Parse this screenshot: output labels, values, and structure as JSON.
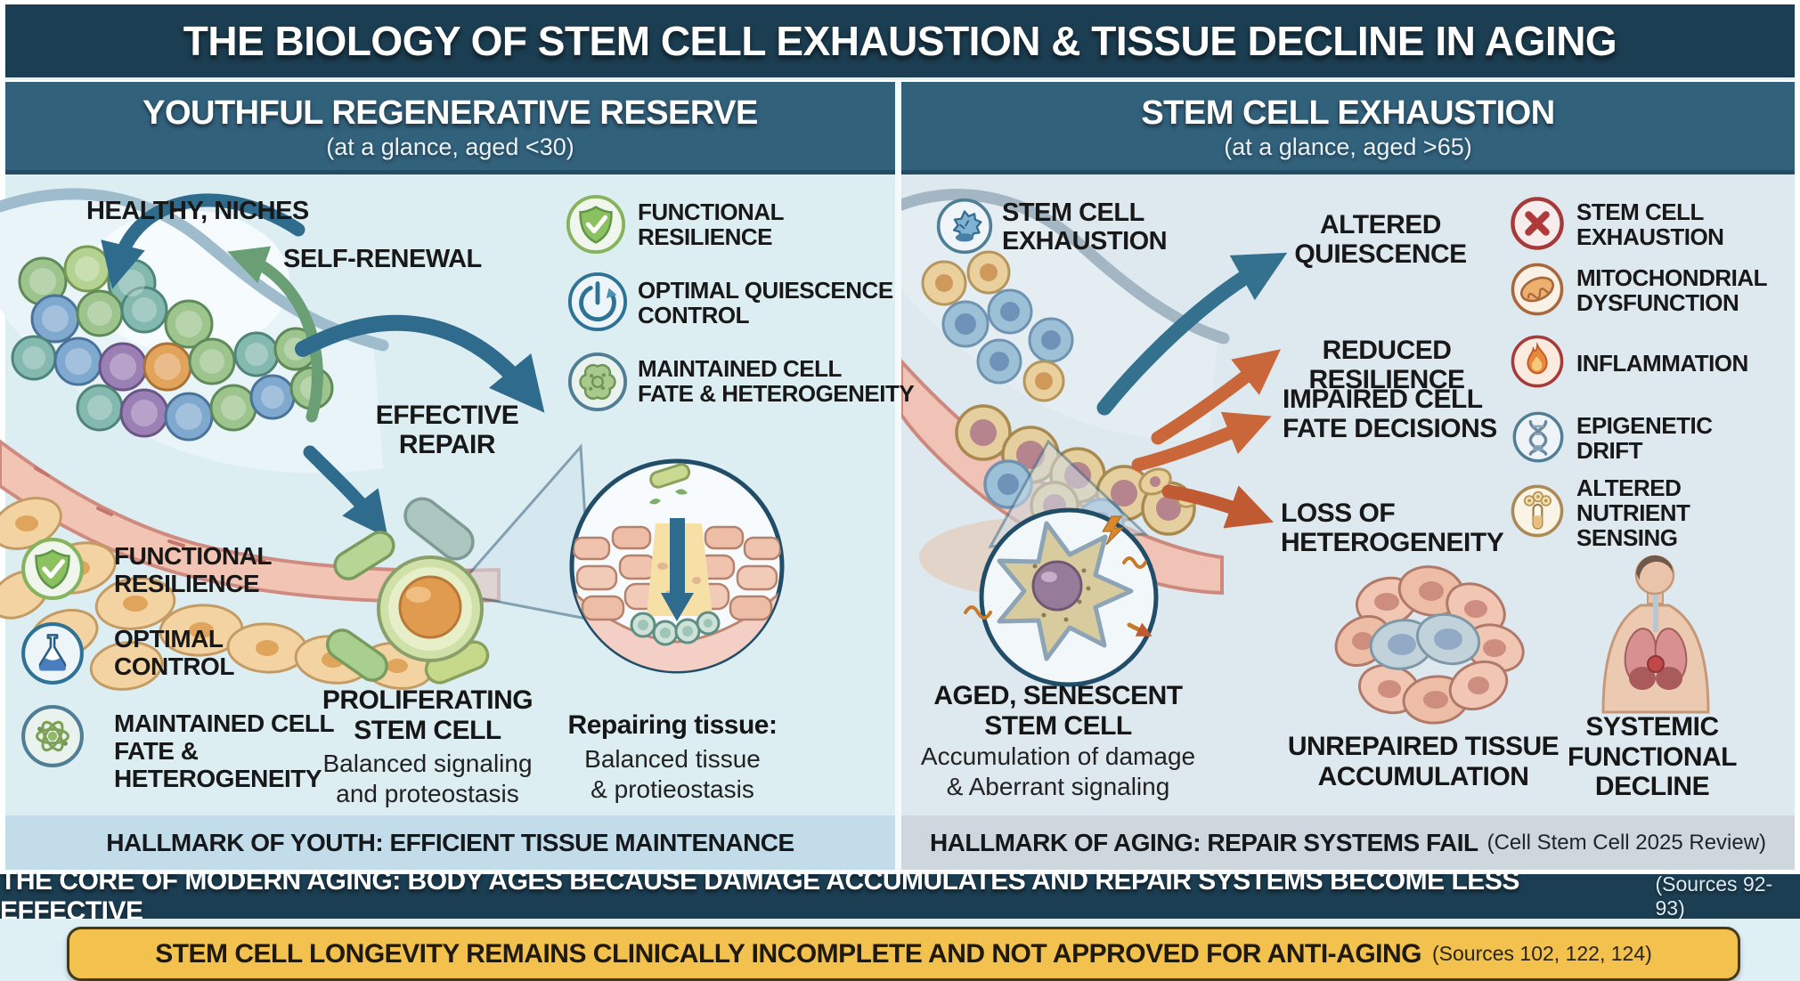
{
  "title": "THE BIOLOGY OF STEM CELL EXHAUSTION & TISSUE DECLINE IN AGING",
  "left": {
    "header": "YOUTHFUL REGENERATIVE RESERVE",
    "subheader": "(at a glance, aged <30)",
    "healthy_niches": "HEALTHY, NICHES",
    "self_renewal": "SELF-RENEWAL",
    "effective_repair": "EFFECTIVE\nREPAIR",
    "icons_top": [
      {
        "icon": "shield-check",
        "label": "FUNCTIONAL\nRESILIENCE"
      },
      {
        "icon": "quiescence-clock",
        "label": "OPTIMAL QUIESCENCE\nCONTROL"
      },
      {
        "icon": "cell-fate-blob",
        "label": "MAINTAINED CELL\nFATE & HETEROGENEITY"
      }
    ],
    "icons_bottom": [
      {
        "icon": "shield-check",
        "label": "FUNCTIONAL\nRESILIENCE"
      },
      {
        "icon": "flask",
        "label": "OPTIMAL\nCONTROL"
      },
      {
        "icon": "atom",
        "label": "MAINTAINED CELL\nFATE &\nHETEROGENEITY"
      }
    ],
    "proliferating_title": "PROLIFERATING\nSTEM CELL",
    "proliferating_desc": "Balanced signaling\nand proteostasis",
    "repairing_title": "Repairing tissue:",
    "repairing_desc": "Balanced tissue\n& protieostasis",
    "hallmark": "HALLMARK OF YOUTH: EFFICIENT TISSUE MAINTENANCE"
  },
  "right": {
    "header": "STEM CELL EXHAUSTION",
    "subheader": "(at a glance, aged >65)",
    "exhaustion_label": "STEM CELL\nEXHAUSTION",
    "altered_quiescence": "ALTERED\nQUIESCENCE",
    "reduced_resilience": "REDUCED\nRESILIENCE",
    "impaired_fate": "IMPAIRED CELL\nFATE DECISIONS",
    "loss_heterogeneity": "LOSS OF\nHETEROGENEITY",
    "icons": [
      {
        "icon": "x-circle",
        "label": "STEM CELL\nEXHAUSTION"
      },
      {
        "icon": "mitochondrion",
        "label": "MITOCHONDRIAL\nDYSFUNCTION"
      },
      {
        "icon": "flame",
        "label": "INFLAMMATION"
      },
      {
        "icon": "dna-helix",
        "label": "EPIGENETIC\nDRIFT"
      },
      {
        "icon": "test-tube",
        "label": "ALTERED\nNUTRIENT\nSENSING"
      }
    ],
    "senescent_title": "AGED, SENESCENT\nSTEM CELL",
    "senescent_desc": "Accumulation of damage\n& Aberrant signaling",
    "unrepaired": "UNREPAIRED TISSUE\nACCUMULATION",
    "systemic": "SYSTEMIC\nFUNCTIONAL\nDECLINE",
    "hallmark_bold": "HALLMARK OF AGING: REPAIR SYSTEMS FAIL",
    "hallmark_note": "(Cell Stem Cell 2025 Review)"
  },
  "footer": {
    "core_bold": "THE CORE OF MODERN AGING: BODY AGES BECAUSE DAMAGE ACCUMULATES AND REPAIR SYSTEMS BECOME LESS EFFECTIVE",
    "core_note": "(Sources 92-93)",
    "banner_bold": "STEM CELL LONGEVITY REMAINS CLINICALLY INCOMPLETE AND NOT APPROVED FOR ANTI-AGING",
    "banner_note": "(Sources 102, 122, 124)"
  },
  "colors": {
    "header_bar": "#1c3e52",
    "panel_header": "#32617c",
    "panel_bg_left": "#ddeef3",
    "panel_bg_right": "#dee9ef",
    "hallmark_left_bg": "#c2dce9",
    "hallmark_right_bg": "#cfd7de",
    "banner_bg": "#f2c14e",
    "teal_arrow": "#2f6b8c",
    "green_arrow": "#6a9e74",
    "blue_arrow": "#33718f",
    "orange_arrow": "#c9663a"
  }
}
